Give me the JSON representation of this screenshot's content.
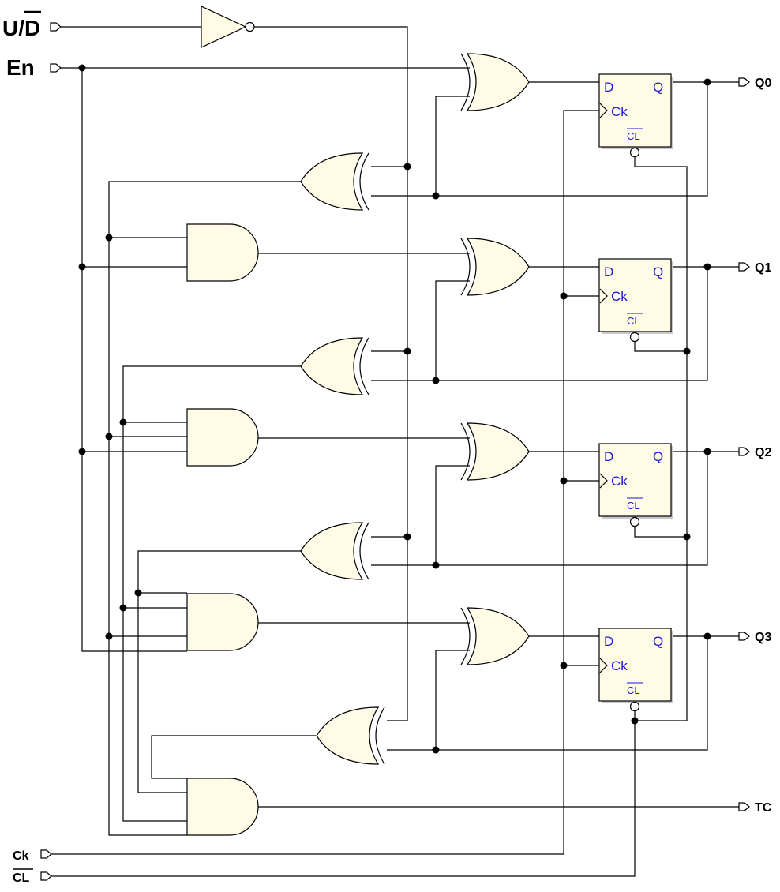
{
  "inputs": {
    "up_down": "U/D",
    "enable": "En",
    "clock": "Ck",
    "clear": "CL"
  },
  "outputs": {
    "q0": "Q0",
    "q1": "Q1",
    "q2": "Q2",
    "q3": "Q3",
    "terminal_count": "TC"
  },
  "flipflop": {
    "d_label": "D",
    "q_label": "Q",
    "ck_label": "Ck",
    "clear_label": "CL"
  },
  "colors": {
    "gate_fill": "#fffbe6",
    "ff_label": "#1a1ad6"
  }
}
